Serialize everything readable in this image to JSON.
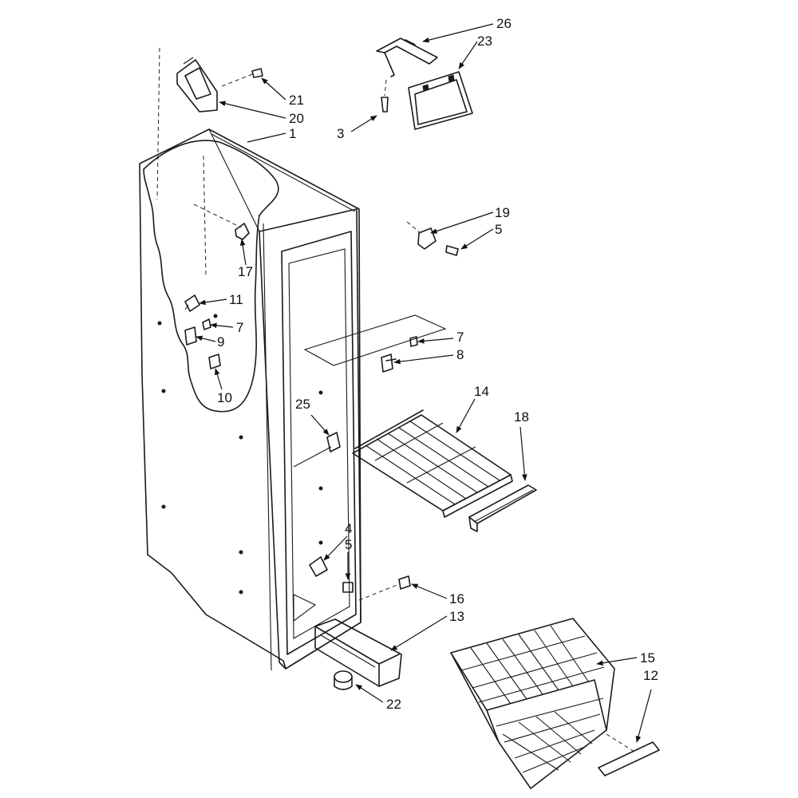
{
  "callouts": {
    "c1": "1",
    "c3": "3",
    "c4": "4",
    "c5a": "5",
    "c5b": "5",
    "c7a": "7",
    "c7b": "7",
    "c8": "8",
    "c9": "9",
    "c10": "10",
    "c11": "11",
    "c12": "12",
    "c13": "13",
    "c14": "14",
    "c15": "15",
    "c16": "16",
    "c17": "17",
    "c18": "18",
    "c19": "19",
    "c20": "20",
    "c21": "21",
    "c22": "22",
    "c23": "23",
    "c25": "25",
    "c26": "26"
  }
}
